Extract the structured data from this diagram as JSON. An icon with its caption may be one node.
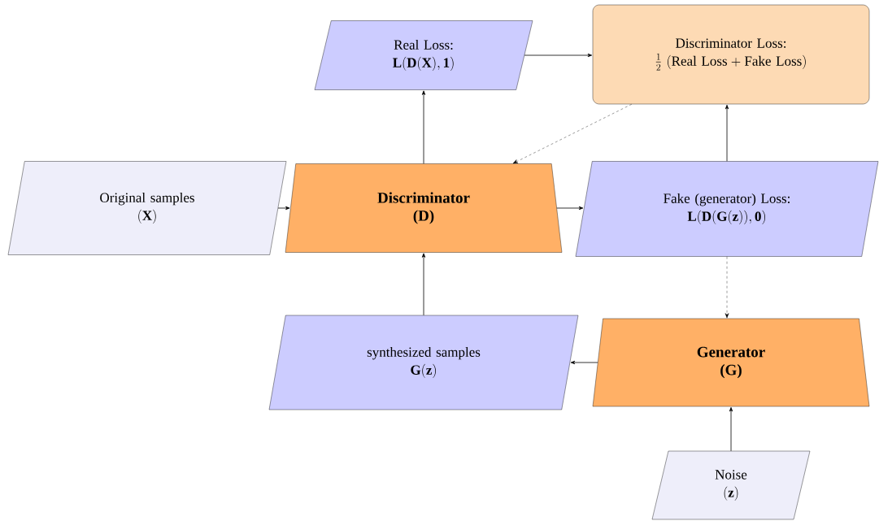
{
  "diagram": {
    "nodes": [
      {
        "text": [
          "Real Loss:",
          "\\mathbf{L}(\\mathbf{D}(\\mathbf{X}),\\mathbf{1})"
        ]
      },
      {
        "text": [
          "Discriminator Loss:",
          "\\tfrac{1}{2}\\ (\\mathrm{Real\\ Loss} + \\mathrm{Fake\\ Loss})"
        ]
      },
      {
        "text": [
          "Original samples",
          "(\\mathbf{X})"
        ]
      },
      {
        "text": [
          "Discriminator",
          "(D)"
        ]
      },
      {
        "text": [
          "Fake (generator) Loss:",
          "\\mathbf{L}(\\mathbf{D}(\\mathbf{G}(\\mathbf{z})),\\mathbf{0})"
        ]
      },
      {
        "text": [
          "synthesized samples",
          "\\mathbf{G}(\\mathbf{z})"
        ]
      },
      {
        "text": [
          "Generator",
          "(G)"
        ]
      },
      {
        "text": [
          "Noise",
          "(\\mathbf{z})"
        ]
      }
    ],
    "edges": [
      {
        "from": 2,
        "to": 3,
        "arrow": "to"
      },
      {
        "from": 3,
        "to": 0,
        "arrow": "to"
      },
      {
        "from": 0,
        "to": 1,
        "arrow": "to"
      },
      {
        "from": 3,
        "to": 4,
        "arrow": "to"
      },
      {
        "from": 4,
        "to": 1,
        "arrow": "to"
      },
      {
        "from": 1,
        "to": 3,
        "arrow": "to",
        "style": "dashed"
      },
      {
        "from": 4,
        "to": 6,
        "arrow": "to",
        "style": "dashed"
      },
      {
        "from": 6,
        "to": 5,
        "arrow": "to"
      },
      {
        "from": 5,
        "to": 3,
        "arrow": "to"
      },
      {
        "from": 7,
        "to": 6,
        "arrow": "to"
      }
    ]
  }
}
